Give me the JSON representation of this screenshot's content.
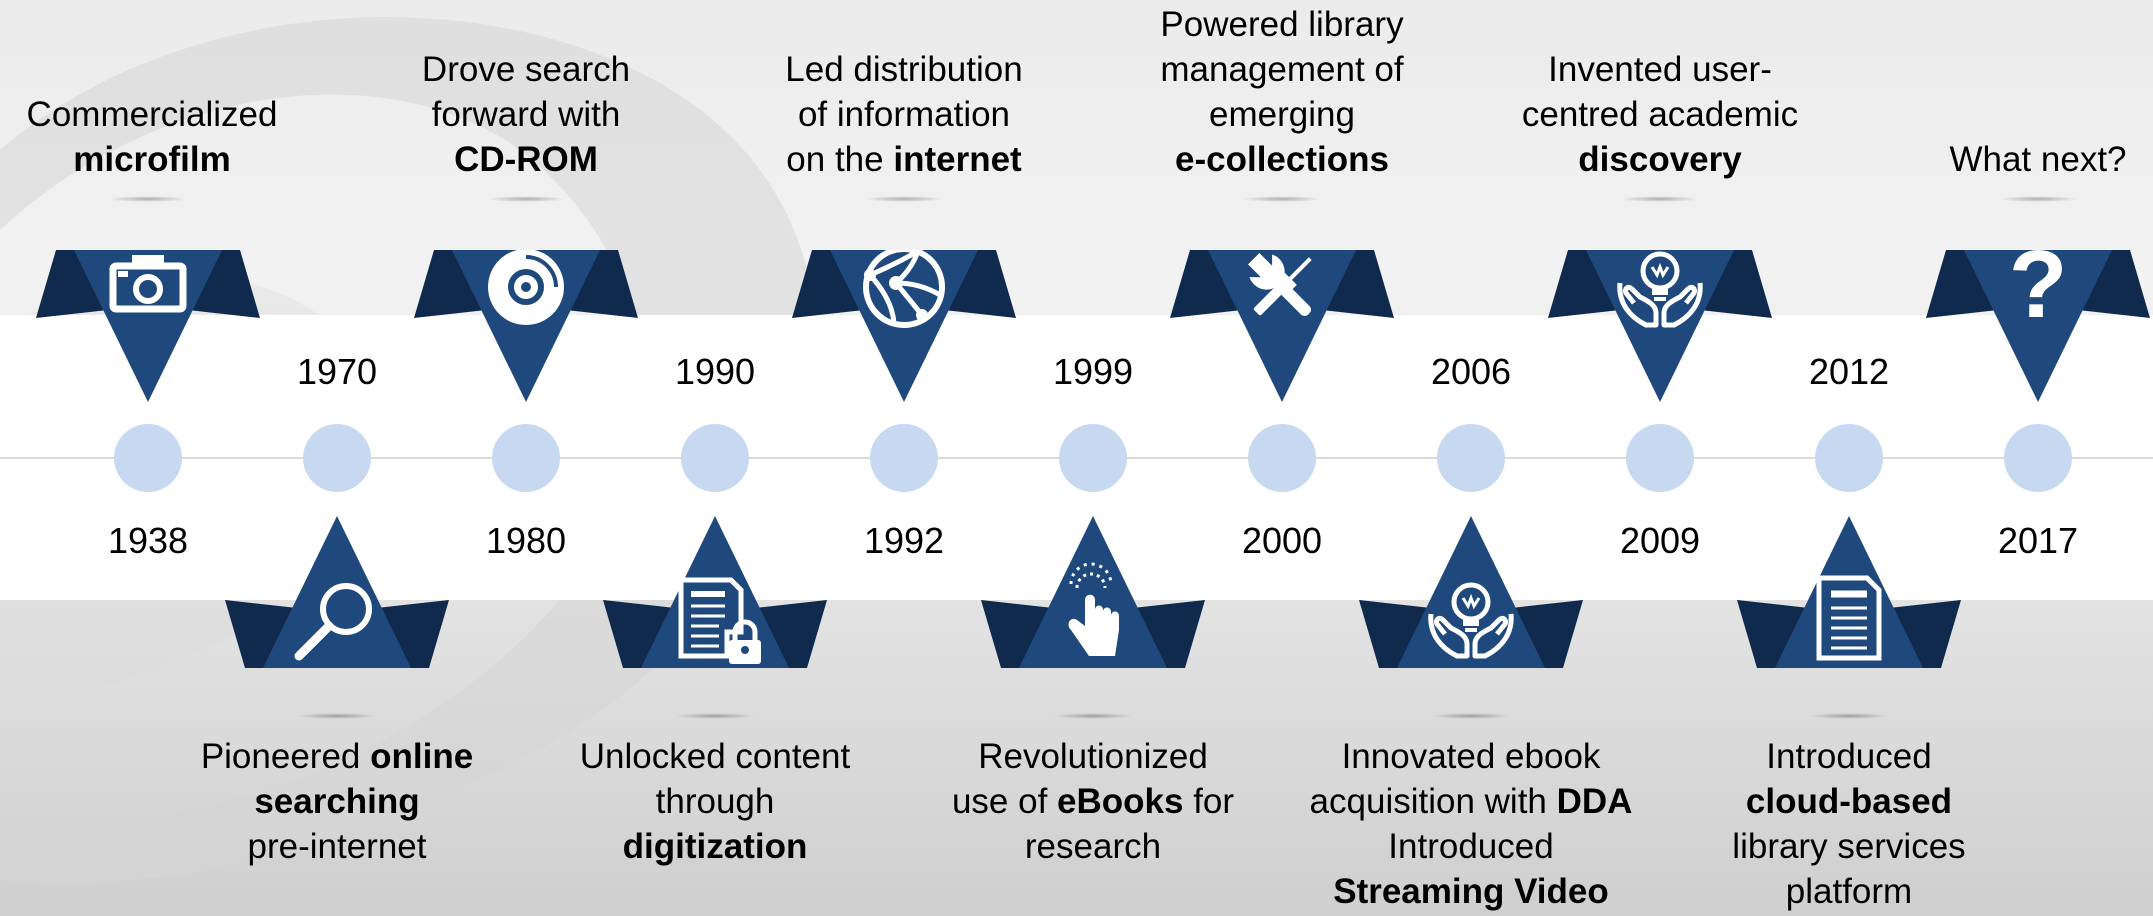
{
  "colors": {
    "marker_dark": "#0f2a4d",
    "marker_main": "#1f497d",
    "dot": "#c6d9f1",
    "band": "#ffffff"
  },
  "milestones": [
    {
      "year": "1938",
      "icon": "camera-icon",
      "position": "top",
      "caption": [
        {
          "text": "Commercialized",
          "bold": false
        },
        {
          "text": "microfilm",
          "bold": true
        }
      ]
    },
    {
      "year": "1970",
      "icon": "magnifier-icon",
      "position": "bottom",
      "caption": [
        {
          "text": "Pioneered ",
          "bold": false
        },
        {
          "text": "online",
          "bold": true
        },
        {
          "text": "searching",
          "bold": true
        },
        {
          "text": "pre-internet",
          "bold": false
        }
      ]
    },
    {
      "year": "1980",
      "icon": "cd-icon",
      "position": "top",
      "caption": [
        {
          "text": "Drove search",
          "bold": false
        },
        {
          "text": "forward with",
          "bold": false
        },
        {
          "text": "CD-ROM",
          "bold": true
        }
      ]
    },
    {
      "year": "1990",
      "icon": "locked-document-icon",
      "position": "bottom",
      "caption": [
        {
          "text": "Unlocked content",
          "bold": false
        },
        {
          "text": "through",
          "bold": false
        },
        {
          "text": "digitization",
          "bold": true
        }
      ]
    },
    {
      "year": "1992",
      "icon": "globe-network-icon",
      "position": "top",
      "caption": [
        {
          "text": "Led distribution",
          "bold": false
        },
        {
          "text": "of information",
          "bold": false
        },
        {
          "text": "on the ",
          "bold": false
        },
        {
          "text": "internet",
          "bold": true
        }
      ]
    },
    {
      "year": "1999",
      "icon": "touch-hand-icon",
      "position": "bottom",
      "caption": [
        {
          "text": "Revolutionized",
          "bold": false
        },
        {
          "text": "use of ",
          "bold": false
        },
        {
          "text": "eBooks",
          "bold": true
        },
        {
          "text": " for",
          "bold": false
        },
        {
          "text": "research",
          "bold": false
        }
      ]
    },
    {
      "year": "2000",
      "icon": "wrench-screwdriver-icon",
      "position": "top",
      "caption": [
        {
          "text": "Powered library",
          "bold": false
        },
        {
          "text": "management of",
          "bold": false
        },
        {
          "text": "emerging",
          "bold": false
        },
        {
          "text": "e-collections",
          "bold": true
        }
      ]
    },
    {
      "year": "2006",
      "icon": "hands-lightbulb-icon",
      "position": "bottom",
      "caption": [
        {
          "text": "Innovated ebook",
          "bold": false
        },
        {
          "text": "acquisition with ",
          "bold": false
        },
        {
          "text": "DDA",
          "bold": true
        },
        {
          "text": "Introduced",
          "bold": false
        },
        {
          "text": "Streaming Video",
          "bold": true
        }
      ]
    },
    {
      "year": "2009",
      "icon": "hands-lightbulb-icon",
      "position": "top",
      "caption": [
        {
          "text": "Invented user-",
          "bold": false
        },
        {
          "text": "centred academic",
          "bold": false
        },
        {
          "text": "discovery",
          "bold": true
        }
      ]
    },
    {
      "year": "2012",
      "icon": "document-icon",
      "position": "bottom",
      "caption": [
        {
          "text": "Introduced",
          "bold": false
        },
        {
          "text": "cloud-based",
          "bold": true
        },
        {
          "text": "library services",
          "bold": false
        },
        {
          "text": "platform",
          "bold": false
        }
      ]
    },
    {
      "year": "2017",
      "icon": "question-mark-icon",
      "position": "top",
      "caption": [
        {
          "text": "What next?",
          "bold": false
        }
      ]
    }
  ]
}
